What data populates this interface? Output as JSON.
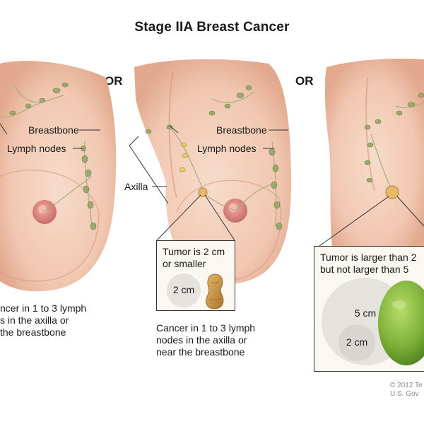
{
  "title": "Stage IIA Breast Cancer",
  "separators": [
    "OR",
    "OR"
  ],
  "panels": [
    {
      "labels": {
        "breastbone": "Breastbone",
        "lymph_nodes": "Lymph nodes"
      },
      "caption": [
        "ncer in 1 to 3 lymph",
        "s in the axilla or",
        "the breastbone"
      ]
    },
    {
      "labels": {
        "breastbone": "Breastbone",
        "lymph_nodes": "Lymph nodes",
        "axilla": "Axilla"
      },
      "callout": {
        "text": [
          "Tumor is 2 cm",
          "or smaller"
        ],
        "circle_label": "2 cm"
      },
      "caption": [
        "Cancer in 1 to 3 lymph",
        "nodes in the axilla or",
        "near the breastbone"
      ]
    },
    {
      "callout": {
        "text": [
          "Tumor is larger than 2",
          "but not larger than 5"
        ],
        "circle_large_label": "5 cm",
        "circle_small_label": "2 cm"
      }
    }
  ],
  "copyright": [
    "© 2012 Te",
    "U.S. Gov"
  ],
  "colors": {
    "skin": "#f3cdb9",
    "skin_shadow": "#e2a98e",
    "lymph_node": "#9aaa6e",
    "vessel": "#a7ad83",
    "nipple": "#d67f79",
    "lime": "#7fb23a",
    "peanut": "#c99a48"
  }
}
